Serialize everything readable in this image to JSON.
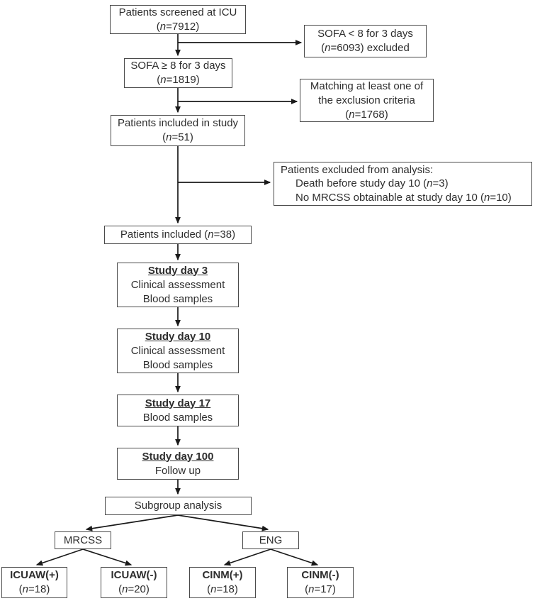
{
  "figure": {
    "type": "flow-diagram",
    "boxes": {
      "screened": {
        "line1": "Patients screened at ICU",
        "line2": "(n=7912)"
      },
      "sofa_lt8": {
        "line1": "SOFA < 8 for 3 days",
        "line2": "(n=6093) excluded"
      },
      "sofa_ge8": {
        "line1": "SOFA ≥ 8 for 3 days",
        "line2": "(n=1819)"
      },
      "matching": {
        "line1": "Matching at least one of",
        "line2": "the exclusion criteria",
        "line3": "(n=1768)"
      },
      "included_study": {
        "line1": "Patients included in study",
        "line2": "(n=51)"
      },
      "excluded_analysis": {
        "line1": "Patients excluded from analysis:",
        "line2": "Death before study day 10 (n=3)",
        "line3": "No MRCSS obtainable at study day 10 (n=10)"
      },
      "included_38": {
        "line1": "Patients included (n=38)"
      },
      "day3": {
        "title": "Study day 3",
        "line2": "Clinical assessment",
        "line3": "Blood samples"
      },
      "day10": {
        "title": "Study day 10",
        "line2": "Clinical assessment",
        "line3": "Blood samples"
      },
      "day17": {
        "title": "Study day 17",
        "line2": "Blood samples"
      },
      "day100": {
        "title": "Study day 100",
        "line2": "Follow up"
      },
      "subgroup": {
        "line1": "Subgroup analysis"
      },
      "mrcss": {
        "line1": "MRCSS"
      },
      "eng": {
        "line1": "ENG"
      },
      "icuaw_pos": {
        "title": "ICUAW(+)",
        "line2": "(n=18)"
      },
      "icuaw_neg": {
        "title": "ICUAW(-)",
        "line2": "(n=20)"
      },
      "cinm_pos": {
        "title": "CINM(+)",
        "line2": "(n=18)"
      },
      "cinm_neg": {
        "title": "CINM(-)",
        "line2": "(n=17)"
      }
    },
    "colors": {
      "background": "#ffffff",
      "box_border": "#4a4a4a",
      "text": "#2e2e2e",
      "arrow": "#1a1a1a"
    }
  }
}
